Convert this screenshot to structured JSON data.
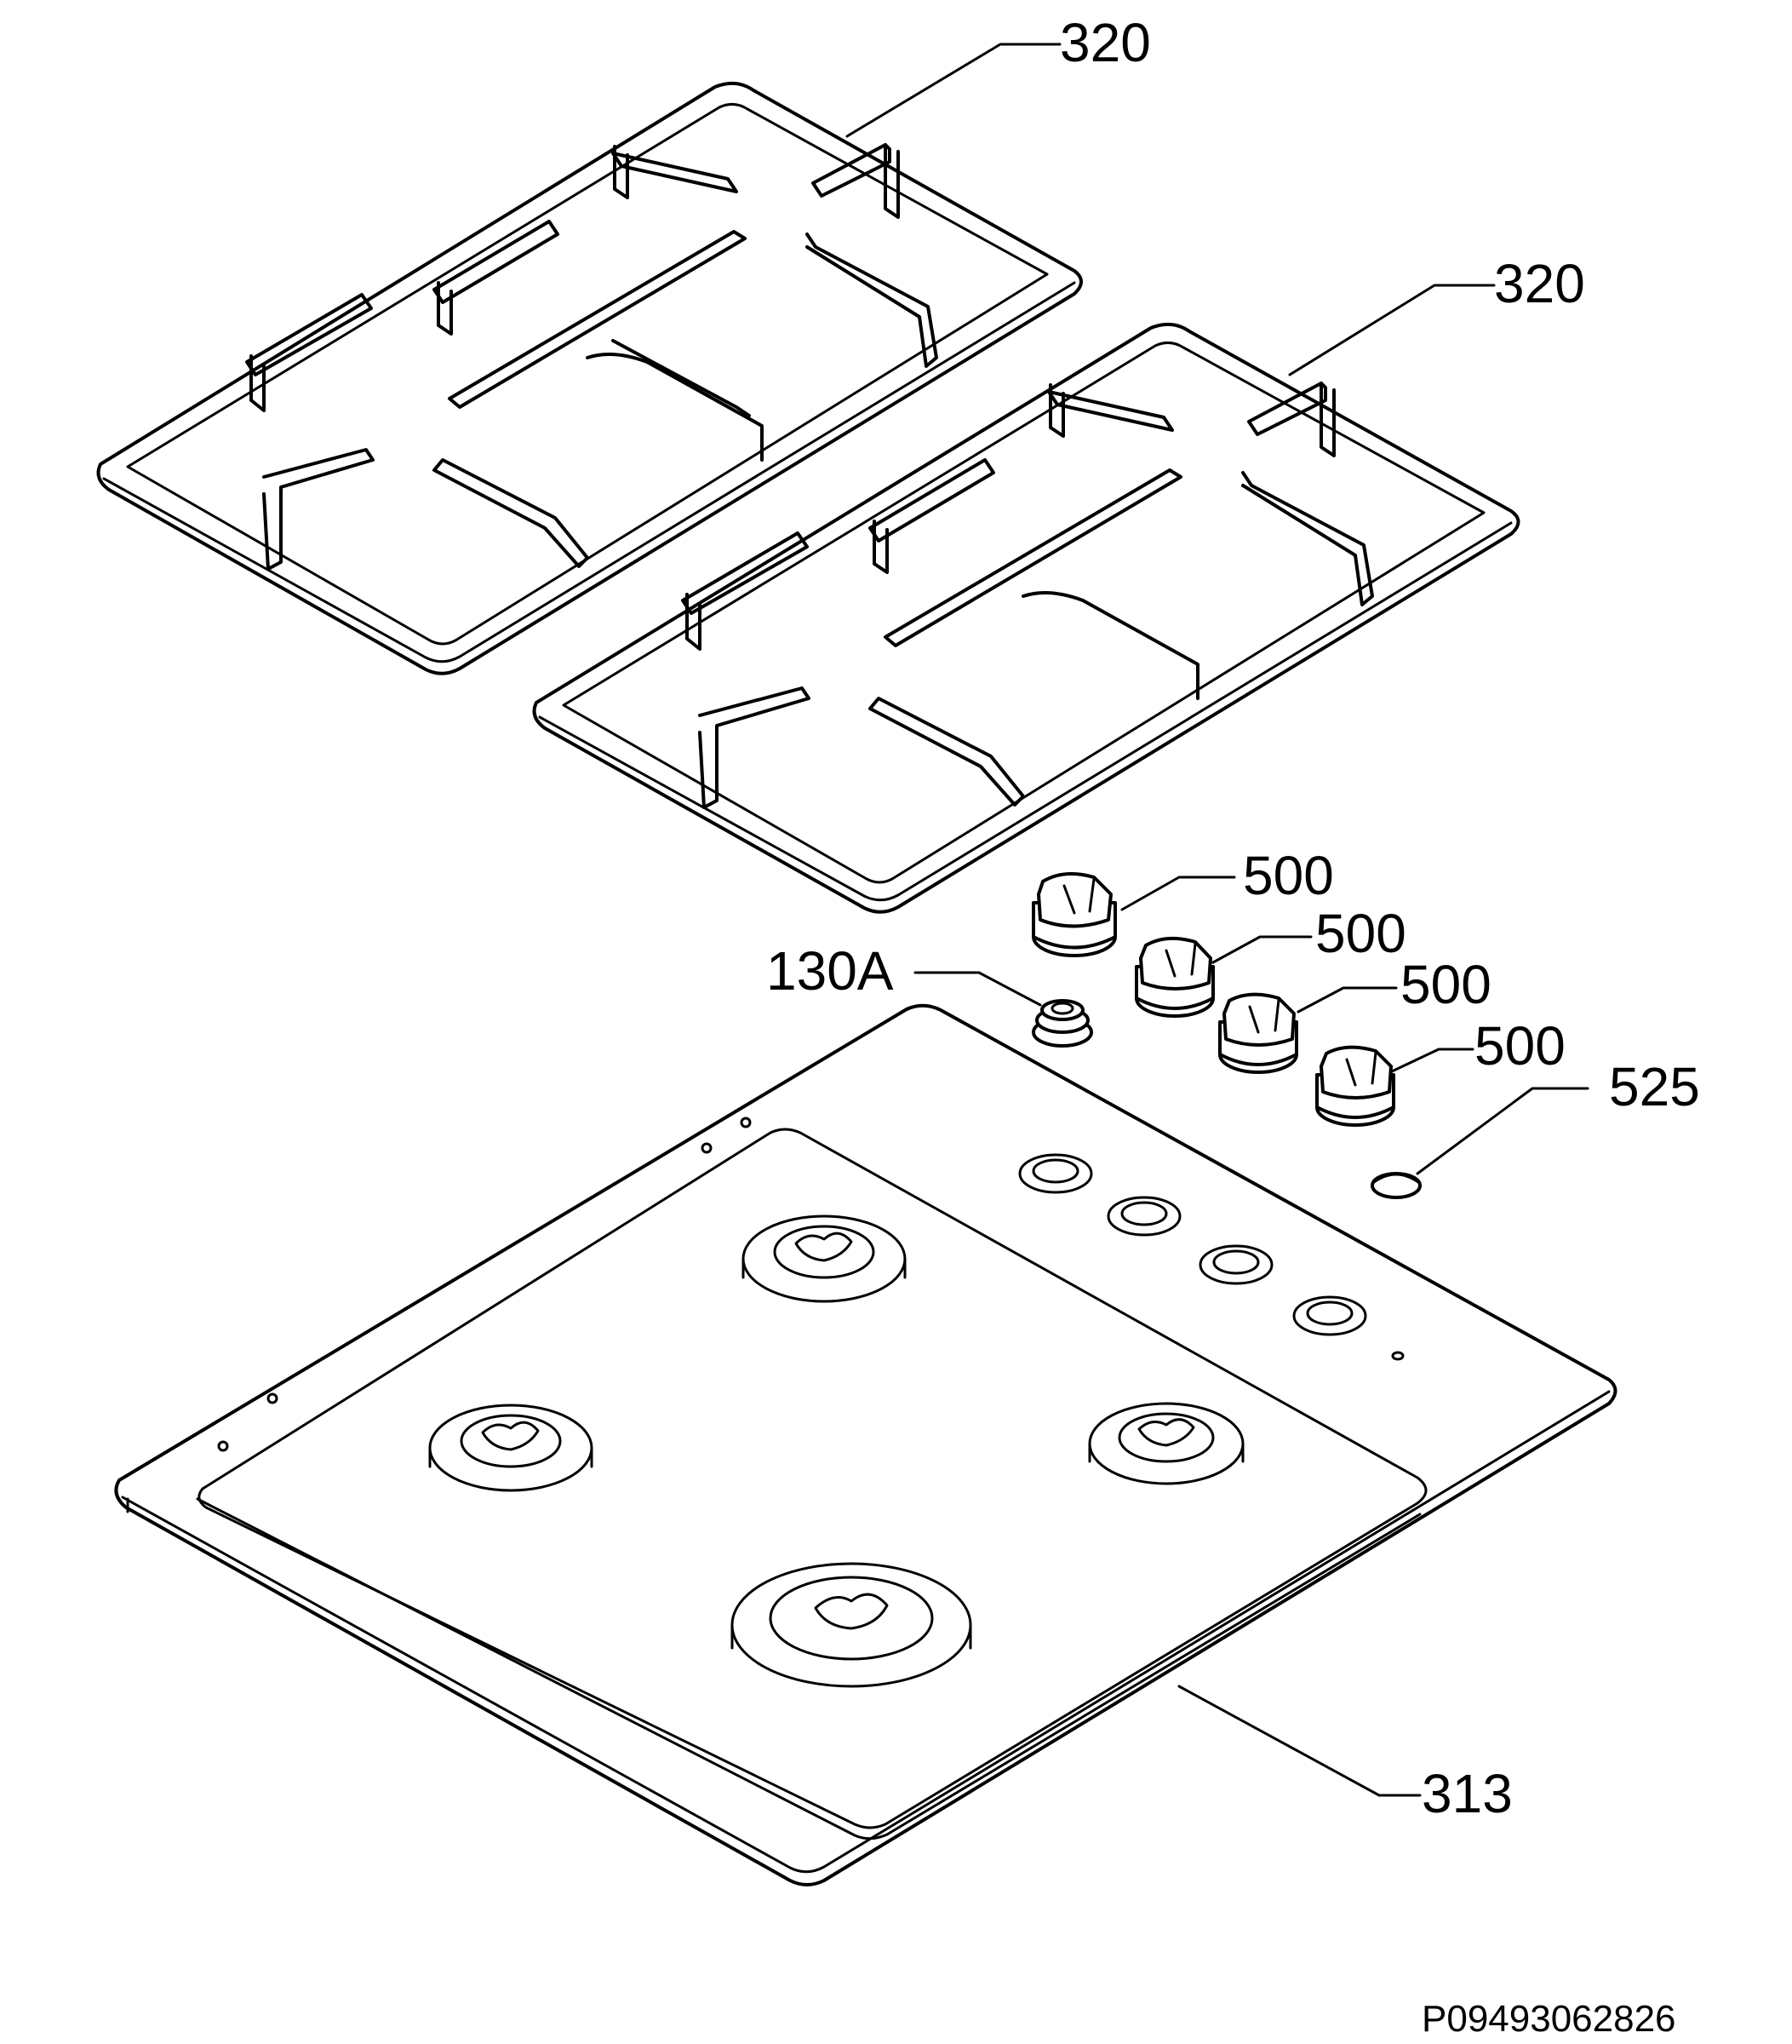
{
  "labels": {
    "grate_top": "320",
    "grate_right": "320",
    "knob_1": "500",
    "knob_2": "500",
    "knob_3": "500",
    "knob_4": "500",
    "spark_plug": "130A",
    "button_cap": "525",
    "hob_top": "313"
  },
  "document_id": "P09493062826"
}
